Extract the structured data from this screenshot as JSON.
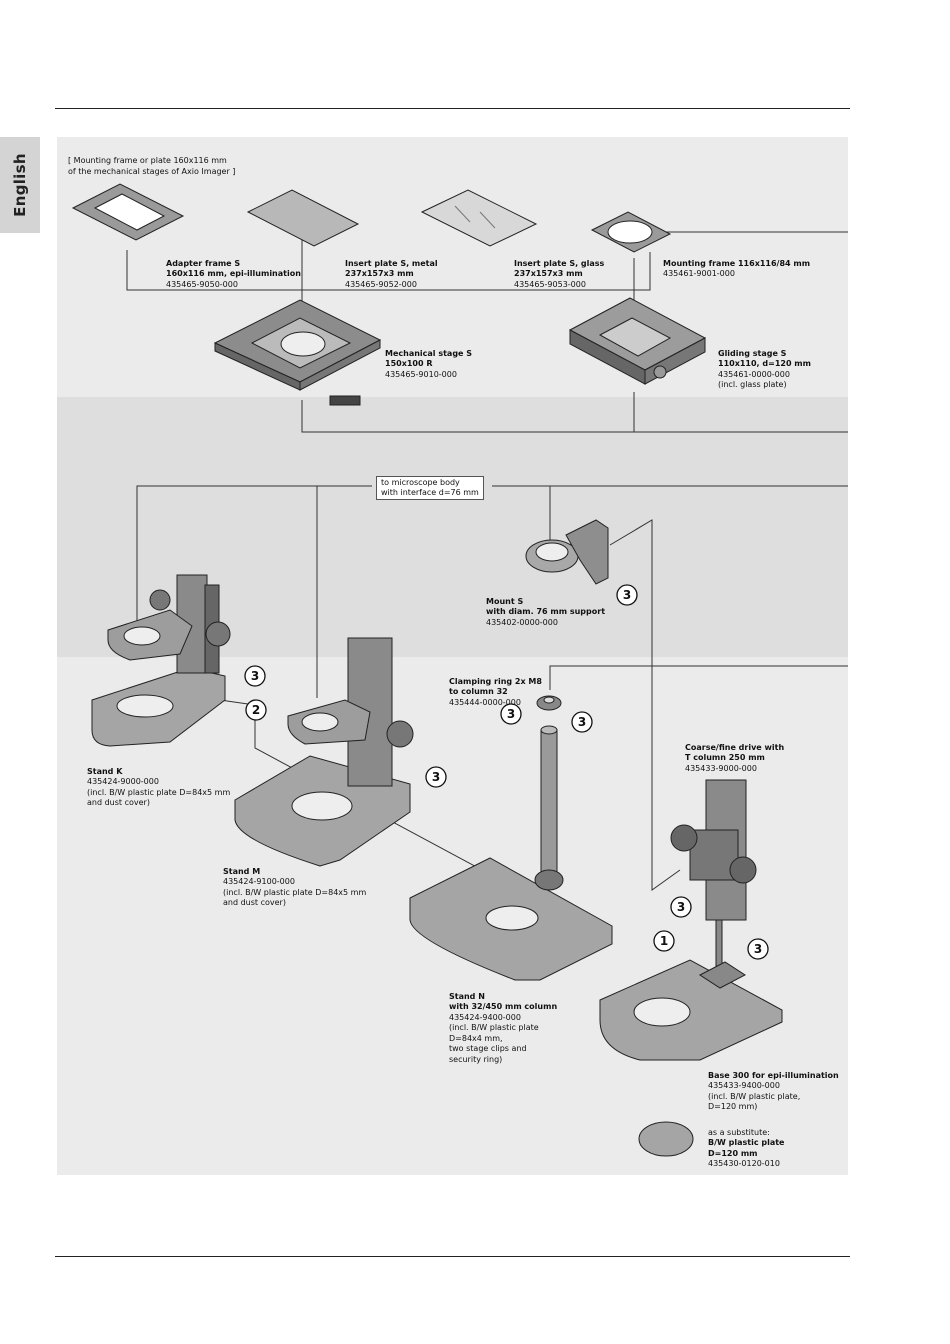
{
  "sidebar_tab": "English",
  "bracket_note": "[ Mounting frame or plate 160x116 mm\nof the mechanical stages of Axio Imager ]",
  "microscope_note": "to microscope body\nwith interface d=76 mm",
  "components": {
    "adapter_frame": {
      "name": "Adapter frame S\n160x116 mm, epi-illumination",
      "number": "435465-9050-000"
    },
    "insert_metal": {
      "name": "Insert plate S, metal\n237x157x3 mm",
      "number": "435465-9052-000"
    },
    "insert_glass": {
      "name": "Insert plate S, glass\n237x157x3 mm",
      "number": "435465-9053-000"
    },
    "mounting_frame": {
      "name": "Mounting frame 116x116/84 mm",
      "number": "435461-9001-000"
    },
    "mechanical_stage": {
      "name": "Mechanical stage S\n150x100 R",
      "number": "435465-9010-000"
    },
    "gliding_stage": {
      "name": "Gliding stage S\n110x110, d=120 mm",
      "number": "435461-0000-000",
      "note": "(incl. glass plate)"
    },
    "mount": {
      "name": "Mount S\nwith diam. 76 mm support",
      "number": "435402-0000-000"
    },
    "clamping_ring": {
      "name": "Clamping ring 2x M8\nto column 32",
      "number": "435444-0000-000"
    },
    "stand_k": {
      "name": "Stand K",
      "number": "435424-9000-000",
      "note": "(incl. B/W plastic plate D=84x5 mm\nand dust cover)"
    },
    "stand_m": {
      "name": "Stand M",
      "number": "435424-9100-000",
      "note": "(incl. B/W plastic plate D=84x5 mm\nand dust cover)"
    },
    "stand_n": {
      "name": "Stand N\nwith 32/450 mm column",
      "number": "435424-9400-000",
      "note": "(incl. B/W plastic plate\nD=84x4 mm,\ntwo stage clips and\nsecurity ring)"
    },
    "coarse_fine": {
      "name": "Coarse/fine drive with\nT column 250 mm",
      "number": "435433-9000-000"
    },
    "base_300": {
      "name": "Base 300 for epi-illumination",
      "number": "435433-9400-000",
      "note": "(incl. B/W plastic plate,\nD=120 mm)"
    },
    "substitute": {
      "intro": "as a substitute:",
      "name": "B/W plastic plate\nD=120 mm",
      "number": "435430-0120-010"
    }
  },
  "callouts": [
    "3",
    "3",
    "2",
    "3",
    "3",
    "3",
    "3",
    "3",
    "1",
    "3"
  ],
  "colors": {
    "panel_light": "#ebebeb",
    "panel_mid": "#dedede",
    "line": "#333333",
    "tab": "#d4d4d4"
  }
}
